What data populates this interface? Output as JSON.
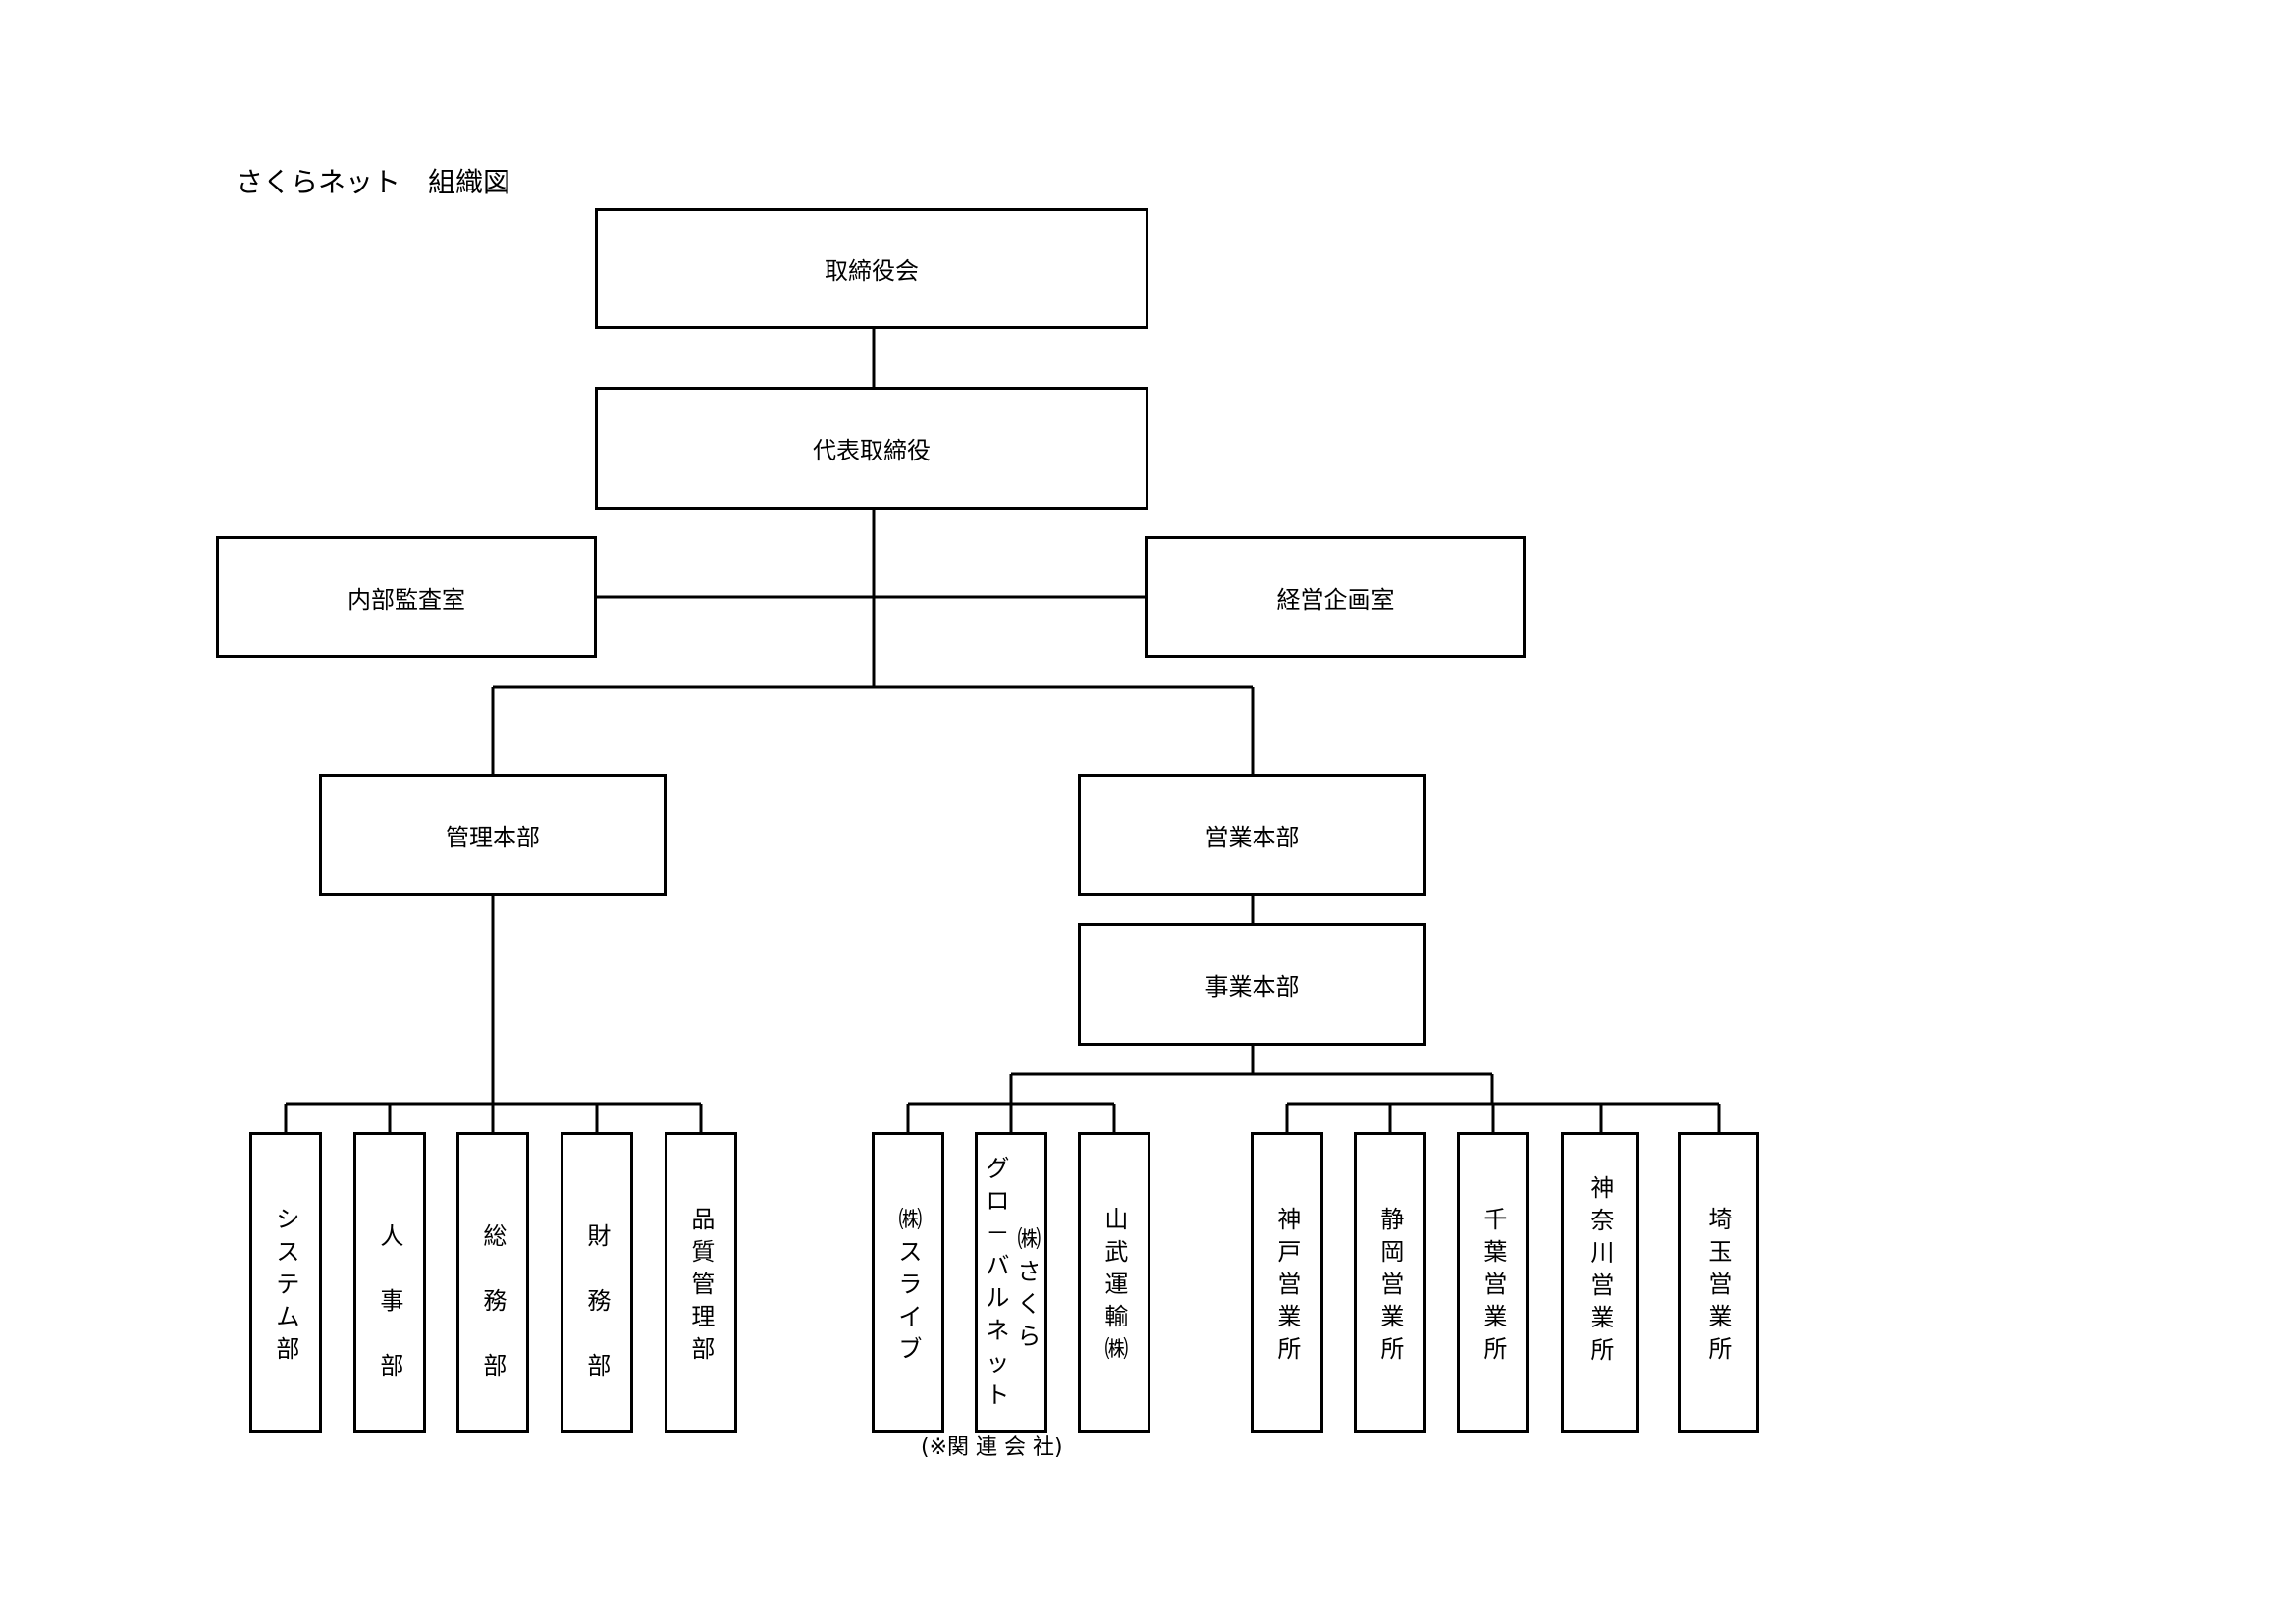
{
  "title": "さくらネット　組織図",
  "nodes": {
    "board": "取締役会",
    "president": "代表取締役",
    "internal_audit": "内部監査室",
    "planning": "経営企画室",
    "admin_hq": "管理本部",
    "sales_hq": "営業本部",
    "business_hq": "事業本部"
  },
  "admin_depts": [
    "システム部",
    "人事部",
    "総務部",
    "財務部",
    "品質管理部"
  ],
  "affiliates": {
    "slide": "㈱スライブ",
    "global_line1": "グロ－バルネット",
    "global_line2": "㈱さくら",
    "yamatake": "山武運輸㈱"
  },
  "offices": [
    "神戸営業所",
    "静岡営業所",
    "千葉営業所",
    "神奈川営業所",
    "埼玉営業所"
  ],
  "affiliates_note": "(※関 連 会 社)"
}
